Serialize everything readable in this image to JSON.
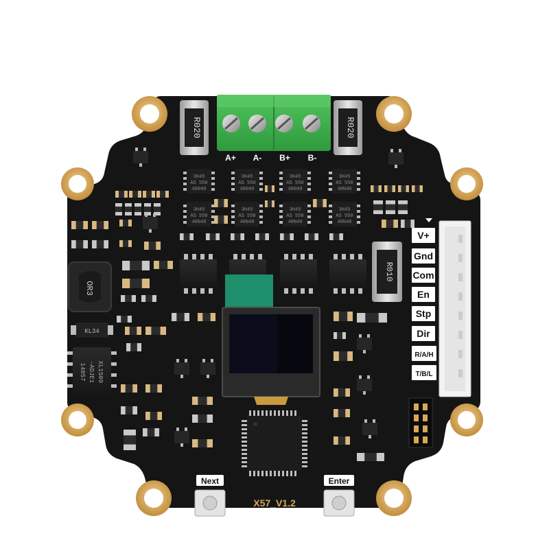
{
  "terminals": [
    "A+",
    "A-",
    "B+",
    "B-"
  ],
  "shunt_top": "R020",
  "shunt_side": "R010",
  "mosfet_marking": "AS 550",
  "mosfet_code": "40N40",
  "mosfet_code2": "3H45",
  "connector_pins": [
    "V+",
    "Gnd",
    "Com",
    "En",
    "Stp",
    "Dir",
    "R/A/H",
    "T/B/L"
  ],
  "buttons": {
    "next": "Next",
    "enter": "Enter"
  },
  "board_version": "X57_V1.2",
  "regulator_text": [
    "XL1509",
    "-ADJE1",
    "14857"
  ],
  "diode_code": "KL34",
  "inductor_code": "OR3",
  "colors": {
    "pcb": "#151515",
    "gold": "#d6a857",
    "terminal_green": "#3fb34f",
    "connector_white": "#f2f2f2",
    "oled_green": "#1d8f6a"
  }
}
